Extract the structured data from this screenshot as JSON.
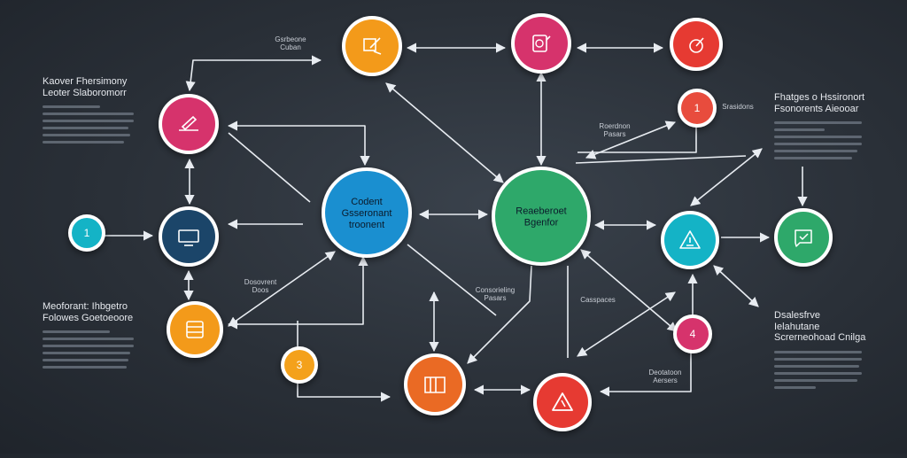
{
  "colors": {
    "background": "#2a3038",
    "connector": "#e8ecf1",
    "orange": "#f39a1a",
    "magenta": "#d6336c",
    "red": "#e63a32",
    "coral": "#e84c3d",
    "navy": "#1b4569",
    "blue": "#1a8fd0",
    "green": "#2ea86a",
    "teal": "#14b3c6",
    "deep_orange": "#ea6a24",
    "gold": "#f4a11b"
  },
  "nodes": [
    {
      "id": "top-orange",
      "color": "orange",
      "icon": "edit-tool-icon"
    },
    {
      "id": "top-magenta",
      "color": "magenta",
      "icon": "document-icon"
    },
    {
      "id": "top-red",
      "color": "red",
      "icon": "target-icon"
    },
    {
      "id": "small-1-right",
      "color": "coral",
      "text": "1"
    },
    {
      "id": "left-magenta",
      "color": "magenta",
      "icon": "pen-tool-icon"
    },
    {
      "id": "start-1",
      "color": "teal",
      "text": "1"
    },
    {
      "id": "left-navy",
      "color": "navy",
      "icon": "monitor-icon"
    },
    {
      "id": "center-blue",
      "color": "blue",
      "text": [
        "Codent",
        "Gsseronant",
        "troonent"
      ]
    },
    {
      "id": "center-green",
      "color": "green",
      "text": [
        "Reaeberoet",
        "Bgenfor"
      ]
    },
    {
      "id": "right-cyan",
      "color": "teal",
      "icon": "warning-triangle-icon"
    },
    {
      "id": "right-green",
      "color": "green",
      "icon": "chat-check-icon"
    },
    {
      "id": "left-orange",
      "color": "orange",
      "icon": "list-icon"
    },
    {
      "id": "small-3",
      "color": "gold",
      "text": "3"
    },
    {
      "id": "small-4",
      "color": "magenta",
      "text": "4"
    },
    {
      "id": "bottom-orange",
      "color": "deep_orange",
      "icon": "book-icon"
    },
    {
      "id": "bottom-red",
      "color": "red",
      "icon": "alert-triangle-icon"
    }
  ],
  "labels": {
    "top_center": [
      "Gsrbeone",
      "Cuban"
    ],
    "mid_center": [
      "Roerdnon",
      "Pasars"
    ],
    "right_small": "Srasidons",
    "left_mid": [
      "Dosovrent",
      "Doos"
    ],
    "center_bottom": [
      "Consorieling",
      "Pasars"
    ],
    "right_center_bottom": "Casspaces",
    "bottom_right": [
      "Deotatoon",
      "Aersers"
    ]
  },
  "panels": {
    "top_left": {
      "title": [
        "Kaover Fhersimony",
        "Leoter Slaboromorr"
      ]
    },
    "bottom_left": {
      "title": [
        "Meoforant: Ihbgetro",
        "Folowes Goetoeoore"
      ]
    },
    "top_right": {
      "title": [
        "Fhatges o Hssironort",
        "Fsonorents Aieooar"
      ]
    },
    "bottom_right": {
      "title": [
        "Dsalesfrve Ielahutane",
        "Screrneohoad Cnilga"
      ]
    }
  }
}
